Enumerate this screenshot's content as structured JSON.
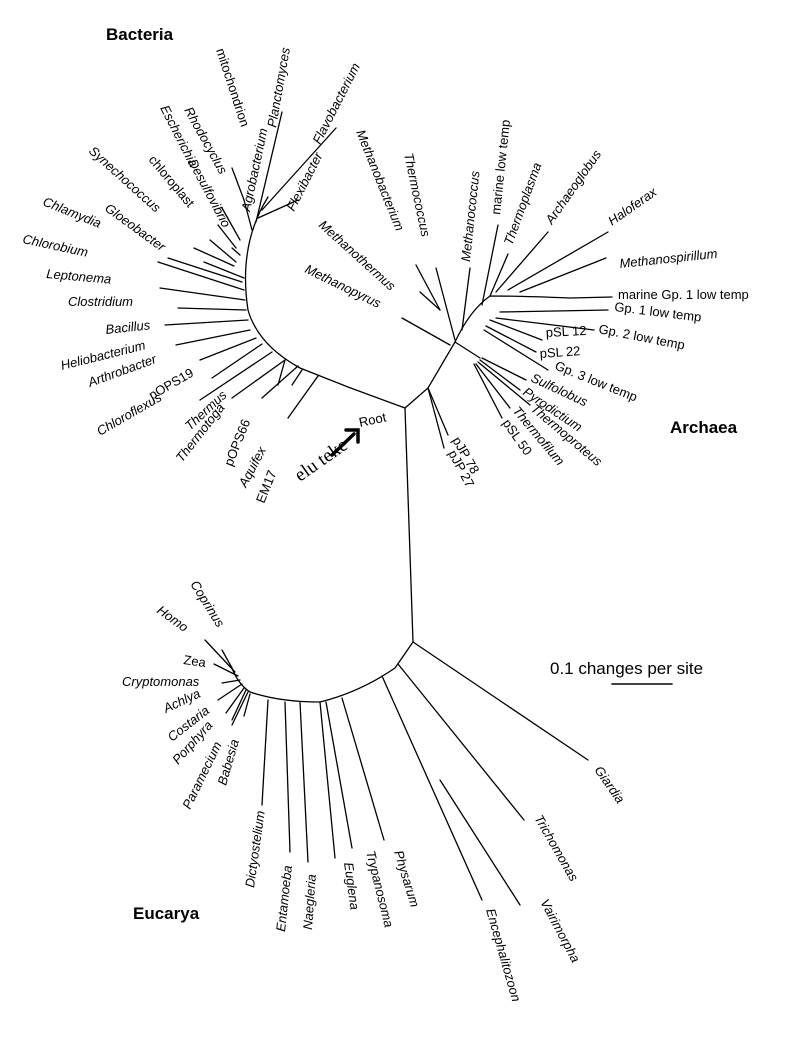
{
  "domains": {
    "bacteria": "Bacteria",
    "archaea": "Archaea",
    "eucarya": "Eucarya"
  },
  "root_label": "Root",
  "annotation": "elu teke",
  "scale_label": "0.1 changes per site",
  "bacteria_taxa": {
    "flavobacterium": "Flavobacterium",
    "planctomyces": "Planctomyces",
    "flexibacter": "Flexibacter",
    "agrobacterium": "Agrobacterium",
    "mitochondrion": "mitochondrion",
    "rhodocyclus": "Rhodocyclus",
    "escherichia": "Escherichia",
    "desulfovibrio": "Desulfovibrio",
    "chloroplast": "chloroplast",
    "synechococcus": "Synechococcus",
    "gloeobacter": "Gloeobacter",
    "chlamydia": "Chlamydia",
    "chlorobium": "Chlorobium",
    "leptonema": "Leptonema",
    "clostridium": "Clostridium",
    "bacillus": "Bacillus",
    "heliobacterium": "Heliobacterium",
    "arthrobacter": "Arthrobacter",
    "pops19": "pOPS19",
    "chloroflexus": "Chloroflexus",
    "thermus": "Thermus",
    "thermotoga": "Thermotoga",
    "pops66": "pOPS66",
    "aquifex": "Aquifex",
    "em17": "EM17"
  },
  "archaea_taxa": {
    "methanobacterium": "Methanobacterium",
    "thermococcus": "Thermococcus",
    "methanococcus": "Methanococcus",
    "marine_low_temp": "marine low temp",
    "thermoplasma": "Thermoplasma",
    "archaeoglobus": "Archaeoglobus",
    "haloferax": "Haloferax",
    "methanospirillum": "Methanospirillum",
    "methanothermus": "Methanothermus",
    "methanopyrus": "Methanopyrus",
    "marine_gp1": "marine Gp. 1 low temp",
    "gp1": "Gp. 1 low temp",
    "gp2": "Gp. 2 low temp",
    "psl12": "pSL 12",
    "psl22": "pSL 22",
    "gp3": "Gp. 3 low temp",
    "sulfolobus": "Sulfolobus",
    "pyrodictium": "Pyrodictium",
    "thermoproteus": "Thermoproteus",
    "thermofilum": "Thermofilum",
    "psl50": "pSL 50",
    "pjp78": "pJP 78",
    "pjp27": "pJP 27"
  },
  "eucarya_taxa": {
    "coprinus": "Coprinus",
    "homo": "Homo",
    "zea": "Zea",
    "cryptomonas": "Cryptomonas",
    "achlya": "Achlya",
    "costaria": "Costaria",
    "porphyra": "Porphyra",
    "paramecium": "Paramecium",
    "babesia": "Babesia",
    "dictyostelium": "Dictyostelium",
    "entamoeba": "Entamoeba",
    "naegleria": "Naegleria",
    "euglena": "Euglena",
    "trypanosoma": "Trypanosoma",
    "physarum": "Physarum",
    "encephalitozoon": "Encephalitozoon",
    "vairimorpha": "Vairimorpha",
    "trichomonas": "Trichomonas",
    "giardia": "Giardia"
  }
}
